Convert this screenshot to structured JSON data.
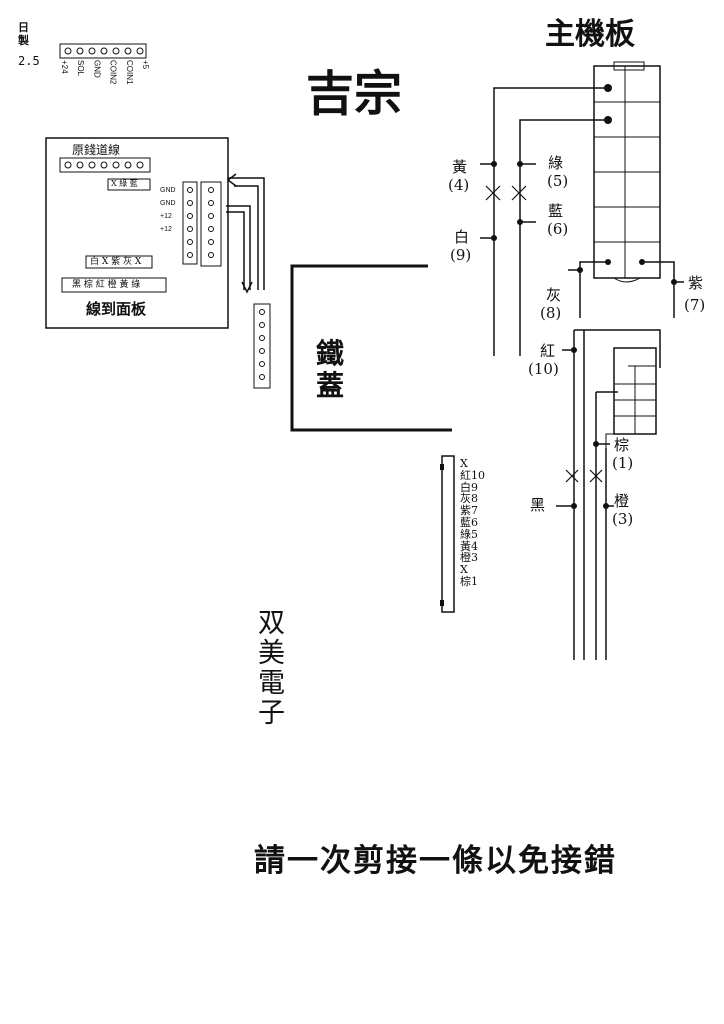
{
  "header": {
    "date_char_1": "日",
    "date_char_2": "製",
    "version": "2.5",
    "brand": "吉宗",
    "main_board": "主機板"
  },
  "top_connector": {
    "labels": [
      "+5",
      "COIN1",
      "COIN2",
      "GND",
      "SOL",
      "+24"
    ]
  },
  "panel_box": {
    "title": "原錢道線",
    "x_green": "X 綠 藍",
    "gnd_labels": [
      "GND",
      "GND",
      "+12",
      "+12"
    ],
    "lower_row": "白 X 紫 灰 X",
    "color_row": "黑 棕 紅 橙 黃 綠",
    "caption": "線到面板"
  },
  "iron_cover": {
    "line1": "鐵",
    "line2": "蓋"
  },
  "wires_top": [
    {
      "name": "黃",
      "num": "(4)"
    },
    {
      "name": "綠",
      "num": "(5)"
    },
    {
      "name": "藍",
      "num": "(6)"
    },
    {
      "name": "白",
      "num": "(9)"
    },
    {
      "name": "灰",
      "num": "(8)"
    },
    {
      "name": "紫",
      "num": "(7)"
    }
  ],
  "wires_lower": [
    {
      "name": "紅",
      "num": "(10)"
    },
    {
      "name": "棕",
      "num": "(1)"
    },
    {
      "name": "黑",
      "num": ""
    },
    {
      "name": "橙",
      "num": "(3)"
    }
  ],
  "pinout": [
    "X",
    "紅10",
    "白9",
    "灰8",
    "紫7",
    "藍6",
    "綠5",
    "黃4",
    "橙3",
    "X",
    "棕1"
  ],
  "company": [
    "双",
    "美",
    "電",
    "子"
  ],
  "instruction": "請一次剪接一條以免接錯"
}
